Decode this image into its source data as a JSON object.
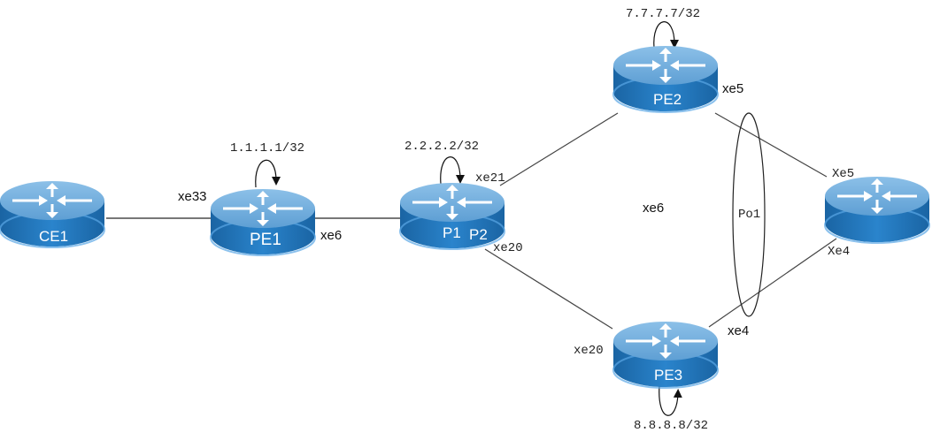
{
  "colors": {
    "router_top": "#6ea8d8",
    "router_side": "#1f72b5",
    "router_rim": "#4a97d8",
    "link": "#333333",
    "label": "#111111"
  },
  "routers": [
    {
      "id": "CE1",
      "label": "CE1",
      "icon": "router-icon"
    },
    {
      "id": "PE1",
      "label": "PE1",
      "icon": "router-icon"
    },
    {
      "id": "P1",
      "label": "P1",
      "label2": "P2",
      "icon": "router-icon"
    },
    {
      "id": "PE2",
      "label": "PE2",
      "icon": "router-icon"
    },
    {
      "id": "PE3",
      "label": "PE3",
      "icon": "router-icon"
    },
    {
      "id": "CE2",
      "label": "",
      "icon": "router-icon"
    }
  ],
  "loopbacks": {
    "PE1": "1.1.1.1/32",
    "P1": "2.2.2.2/32",
    "PE2": "7.7.7.7/32",
    "PE3": "8.8.8.8/32"
  },
  "interfaces": {
    "pe1_xe33": "xe33",
    "pe1_xe6": "xe6",
    "p1_xe21": "xe21",
    "p1_xe20": "xe20",
    "center_xe6": "xe6",
    "pe2_xe5": "xe5",
    "pe3_xe20": "xe20",
    "pe3_xe4": "xe4",
    "ce2_xe5": "Xe5",
    "ce2_xe4": "Xe4"
  },
  "port_channel": "Po1",
  "links": [
    {
      "from": "CE1",
      "to": "PE1"
    },
    {
      "from": "PE1",
      "to": "P1"
    },
    {
      "from": "P1",
      "to": "PE2"
    },
    {
      "from": "P1",
      "to": "PE3"
    },
    {
      "from": "PE2",
      "to": "CE2"
    },
    {
      "from": "PE3",
      "to": "CE2"
    }
  ]
}
